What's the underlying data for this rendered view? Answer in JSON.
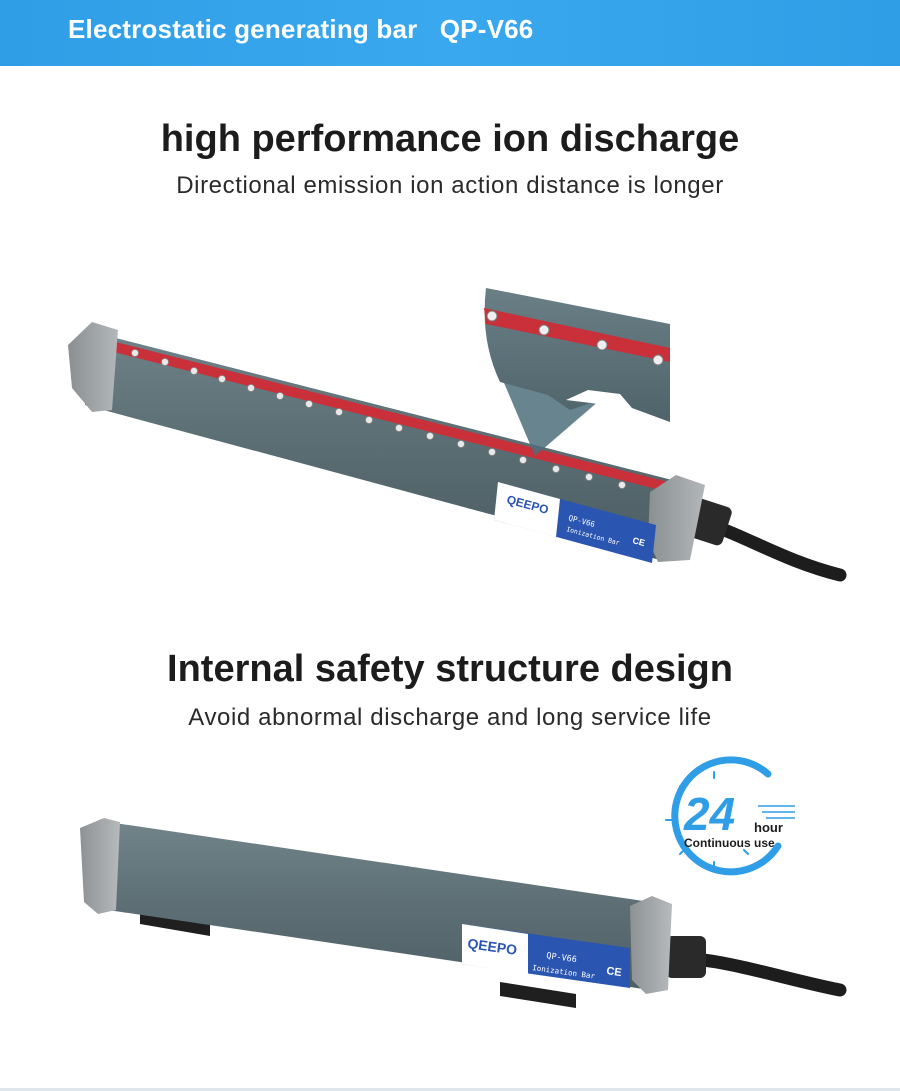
{
  "header": {
    "title": "Electrostatic generating bar   QP-V66"
  },
  "section1": {
    "title": "high performance ion discharge",
    "subtitle": "Directional emission ion action distance is longer"
  },
  "section2": {
    "title": "Internal safety structure design",
    "subtitle": "Avoid abnormal discharge and long service life"
  },
  "product_label": {
    "brand": "QEEPO",
    "model": "QP-V66",
    "name": "Ionization Bar",
    "cert": "CE"
  },
  "badge": {
    "number": "24",
    "unit": "hour",
    "caption": "Continuous use"
  },
  "colors": {
    "header_blue": "#3aa8ee",
    "bar_body": "#5f7379",
    "emitter_strip": "#c9303a",
    "label_blue": "#2a55b0"
  }
}
